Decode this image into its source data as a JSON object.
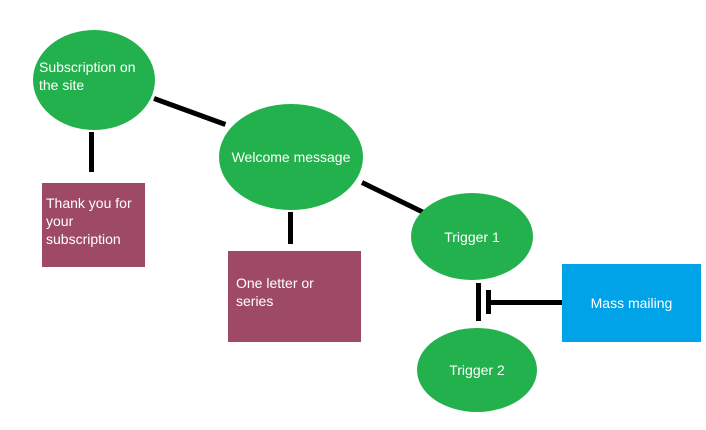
{
  "colors": {
    "ellipse": "#22b14c",
    "box_purple": "#9e4a66",
    "box_blue": "#00a2e8",
    "connector": "#000000"
  },
  "nodes": {
    "subscription": "Subscription on the site",
    "thank_you": "Thank you for your subscription",
    "welcome": "Welcome message",
    "one_letter": "One letter or series",
    "trigger1": "Trigger 1",
    "trigger2": "Trigger 2",
    "mass_mailing": "Mass mailing"
  }
}
